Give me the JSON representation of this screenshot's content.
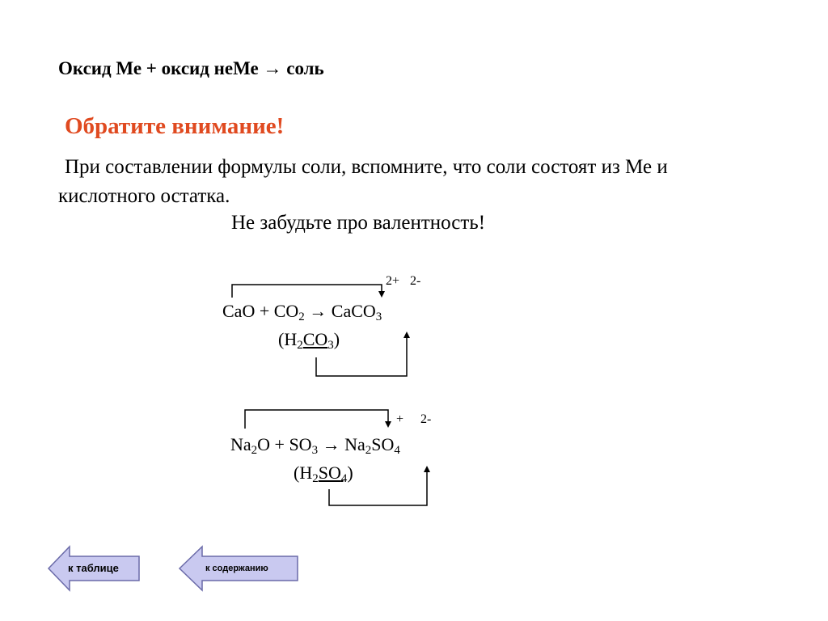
{
  "heading": "Оксид Ме + оксид неМе → соль",
  "attention": "Обратите внимание!",
  "paragraph_line1": "При составлении формулы соли, вспомните, что соли состоят из Ме  и",
  "paragraph_line2": "кислотного остатка.",
  "reminder": "Не забудьте про валентность!",
  "equation1": {
    "t1": "CaO + CO",
    "s1": "2",
    "t2": " → CaCO",
    "s2": "3",
    "acid_open": "(H",
    "acid_s1": "2",
    "acid_mid": "CO",
    "acid_s2": "3",
    "acid_close": ")",
    "charge_cation": "2+",
    "charge_anion": "2-"
  },
  "equation2": {
    "t1": "Na",
    "s1": "2",
    "t2": "O + SO",
    "s2": "3",
    "t3": " → Na",
    "s3": "2",
    "t4": "SO",
    "s4": "4",
    "acid_open": "(H",
    "acid_s1": "2",
    "acid_mid": "SO",
    "acid_s2": "4",
    "acid_close": ")",
    "charge_cation": "+",
    "charge_anion": "2-"
  },
  "nav": {
    "table_label": "к  таблице",
    "contents_label": "к содержанию",
    "button_fill": "#c9c9f0",
    "button_stroke": "#6a6aa8"
  },
  "colors": {
    "accent": "#e04a20",
    "text": "#000000"
  }
}
